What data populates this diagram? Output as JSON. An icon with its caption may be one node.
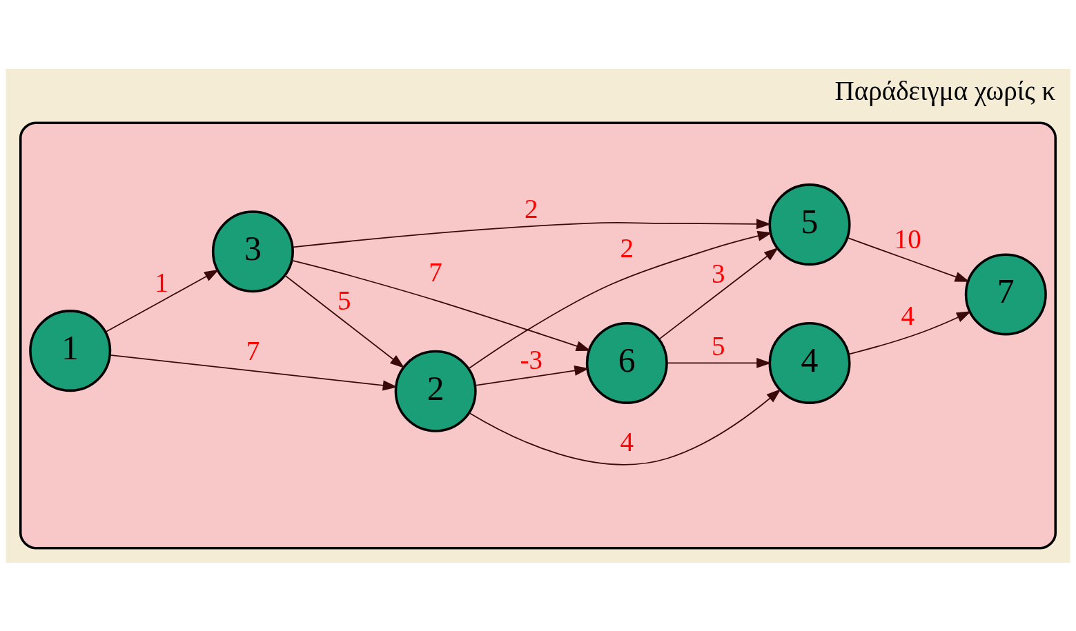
{
  "diagram": {
    "title": "Παράδειγμα χωρίς κ",
    "nodes": [
      {
        "text": [],
        "shape": "cloud"
      },
      {
        "text": [
          "1"
        ],
        "in": 0
      },
      {
        "text": [
          "2"
        ],
        "in": 0
      },
      {
        "text": [
          "3"
        ],
        "in": 0
      },
      {
        "text": [
          "4"
        ],
        "in": 0
      },
      {
        "text": [
          "5"
        ],
        "in": 0
      },
      {
        "text": [
          "6"
        ],
        "in": 0
      },
      {
        "text": [
          "7"
        ],
        "in": 0
      }
    ],
    "edges": [
      {
        "from": 1,
        "to": 2,
        "arrow": "to",
        "label": "7"
      },
      {
        "from": 1,
        "to": 3,
        "arrow": "to",
        "label": "1"
      },
      {
        "from": 3,
        "to": 2,
        "arrow": "to",
        "label": "5"
      },
      {
        "from": 2,
        "to": 4,
        "arrow": "to",
        "label": "4"
      },
      {
        "from": 2,
        "to": 5,
        "arrow": "to",
        "label": "2"
      },
      {
        "from": 2,
        "to": 6,
        "arrow": "to",
        "label": "-3"
      },
      {
        "from": 3,
        "to": 5,
        "arrow": "to",
        "label": "2"
      },
      {
        "from": 3,
        "to": 6,
        "arrow": "to",
        "label": "7"
      },
      {
        "from": 6,
        "to": 4,
        "arrow": "to",
        "label": "5"
      },
      {
        "from": 6,
        "to": 5,
        "arrow": "to",
        "label": "3"
      },
      {
        "from": 4,
        "to": 7,
        "arrow": "to",
        "label": "4"
      },
      {
        "from": 5,
        "to": 7,
        "arrow": "to",
        "label": "10"
      }
    ]
  }
}
